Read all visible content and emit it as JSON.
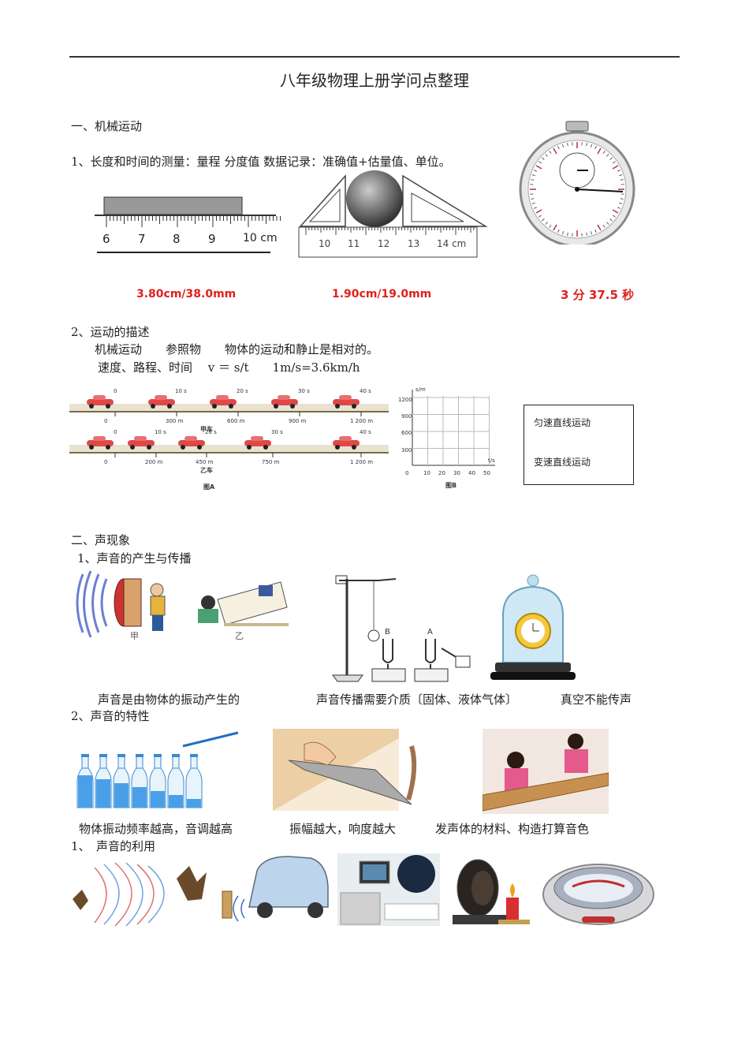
{
  "doc_title": "八年级物理上册学问点整理",
  "section1": {
    "heading": "一、机械运动",
    "item1": "1、长度和时间的测量：量程 分度值 数据记录：准确值+估量值、单位。",
    "ruler1": {
      "ticks": [
        "6",
        "7",
        "8",
        "9",
        "10 cm"
      ],
      "answer": "3.80cm/38.0mm"
    },
    "ruler2": {
      "ticks": [
        "10",
        "11",
        "12",
        "13",
        "14 cm"
      ],
      "answer": "1.90cm/19.0mm"
    },
    "stopwatch": {
      "answer": "3 分 37.5 秒"
    },
    "item2": "2、运动的描述",
    "line_a": "机械运动　　参照物　　物体的运动和静止是相对的。",
    "line_b": "速度、路程、时间　 v ＝ s/t　　1m/s=3.6km/h",
    "figA": {
      "car_a_times": [
        "0",
        "10 s",
        "20 s",
        "30 s",
        "40 s"
      ],
      "car_a_dists": [
        "0",
        "300 m",
        "600 m",
        "900 m",
        "1 200 m"
      ],
      "car_a_name": "甲车",
      "car_b_times": [
        "0",
        "10 s",
        "20 s",
        "30 s",
        "40 s"
      ],
      "car_b_dists": [
        "0",
        "200 m",
        "450 m",
        "750 m",
        "1 200 m"
      ],
      "car_b_name": "乙车",
      "caption": "图A"
    },
    "figB": {
      "ylabel": "s/m",
      "xlabel": "t/s",
      "yticks": [
        "1200",
        "900",
        "600",
        "300"
      ],
      "xticks": [
        "0",
        "10",
        "20",
        "30",
        "40",
        "50"
      ],
      "caption": "图B"
    },
    "box": {
      "uniform": "匀速直线运动",
      "variable": "变速直线运动"
    }
  },
  "section2": {
    "heading": "二、声现象",
    "item1": "1、声音的产生与传播",
    "drum_label": "甲",
    "desk_label": "乙",
    "fork_labels": [
      "B",
      "A"
    ],
    "cap1": "声音是由物体的振动产生的",
    "cap2": "声音传播需要介质〔固体、液体气体〕",
    "cap3": "真空不能传声",
    "item2": "2、声音的特性",
    "cap4": "物体振动频率越高，音调越高",
    "cap5": "振幅越大，响度越大",
    "cap6": "发声体的材料、构造打算音色",
    "item3": "1、　声音的利用"
  },
  "colors": {
    "answer_red": "#e0201c"
  }
}
